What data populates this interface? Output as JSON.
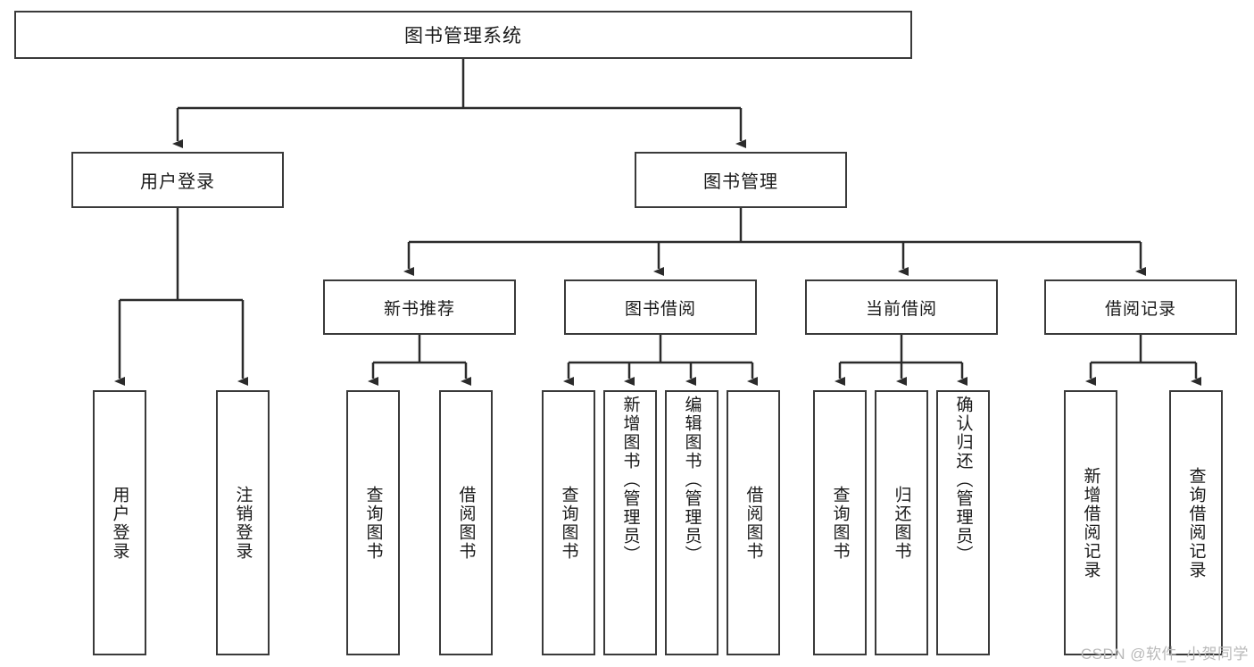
{
  "diagram": {
    "title": "图书管理系统",
    "type": "tree",
    "watermark": "CSDN @软件_小贺同学",
    "colors": {
      "box_border": "#3a3a3a",
      "box_fill": "#ffffff",
      "edge": "#2b2b2b",
      "text": "#1a1a1a",
      "watermark": "#b9b9b9",
      "background": "#ffffff"
    },
    "nodes": {
      "root": {
        "label": "图书管理系统"
      },
      "level1": [
        {
          "id": "user-login",
          "label": "用户登录"
        },
        {
          "id": "book-manage",
          "label": "图书管理"
        }
      ],
      "level2": [
        {
          "id": "new-book-recommend",
          "label": "新书推荐"
        },
        {
          "id": "book-borrow",
          "label": "图书借阅"
        },
        {
          "id": "current-borrow",
          "label": "当前借阅"
        },
        {
          "id": "borrow-record",
          "label": "借阅记录"
        }
      ],
      "leaves": {
        "user-login": [
          {
            "id": "leaf-user-login",
            "label": "用户登录"
          },
          {
            "id": "leaf-logout-login",
            "label": "注销登录"
          }
        ],
        "new-book-recommend": [
          {
            "id": "leaf-query-book-1",
            "label": "查询图书"
          },
          {
            "id": "leaf-borrow-book-1",
            "label": "借阅图书"
          }
        ],
        "book-borrow": [
          {
            "id": "leaf-query-book-2",
            "label": "查询图书"
          },
          {
            "id": "leaf-add-book",
            "label": "新增图书（管理员）"
          },
          {
            "id": "leaf-edit-book",
            "label": "编辑图书（管理员）"
          },
          {
            "id": "leaf-borrow-book-2",
            "label": "借阅图书"
          }
        ],
        "current-borrow": [
          {
            "id": "leaf-query-book-3",
            "label": "查询图书"
          },
          {
            "id": "leaf-return-book",
            "label": "归还图书"
          },
          {
            "id": "leaf-confirm-return",
            "label": "确认归还（管理员）"
          }
        ],
        "borrow-record": [
          {
            "id": "leaf-add-record",
            "label": "新增借阅记录"
          },
          {
            "id": "leaf-query-record",
            "label": "查询借阅记录"
          }
        ]
      }
    }
  }
}
